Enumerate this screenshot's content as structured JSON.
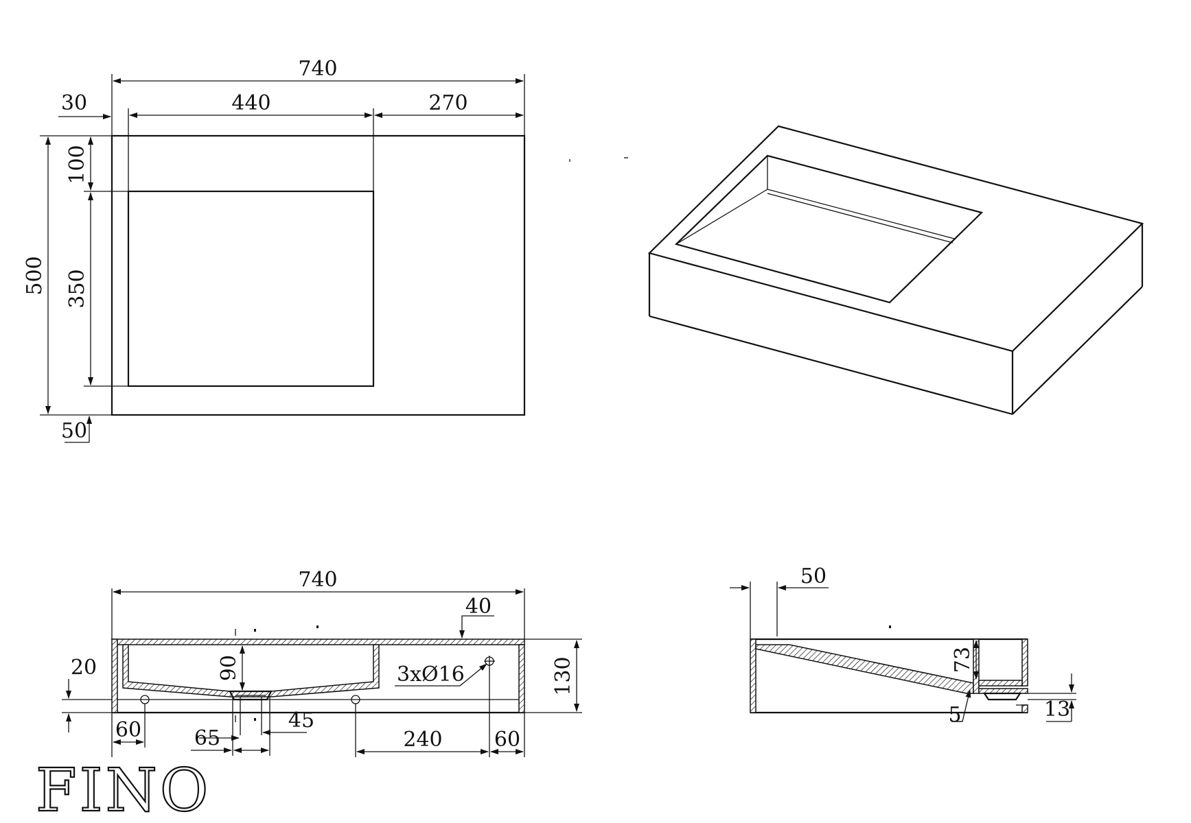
{
  "brand": {
    "logo_text": "FINO"
  },
  "top_view": {
    "total_width": "740",
    "left_margin": "30",
    "basin_width": "440",
    "right_deck": "270",
    "total_depth": "500",
    "back_margin": "100",
    "basin_depth": "350",
    "front_margin": "50"
  },
  "front_section": {
    "total_width": "740",
    "top_thickness": "40",
    "bottom_offset": "20",
    "basin_depth": "90",
    "total_height": "130",
    "holes_label": "3xØ16",
    "left_hole_offset": "60",
    "drain_offset": "65",
    "drain_width": "45",
    "hole_spacing": "240",
    "right_hole_offset": "60"
  },
  "side_section": {
    "front_lip": "50",
    "channel_height": "73",
    "slope_offset": "5",
    "drain_height": "13"
  }
}
